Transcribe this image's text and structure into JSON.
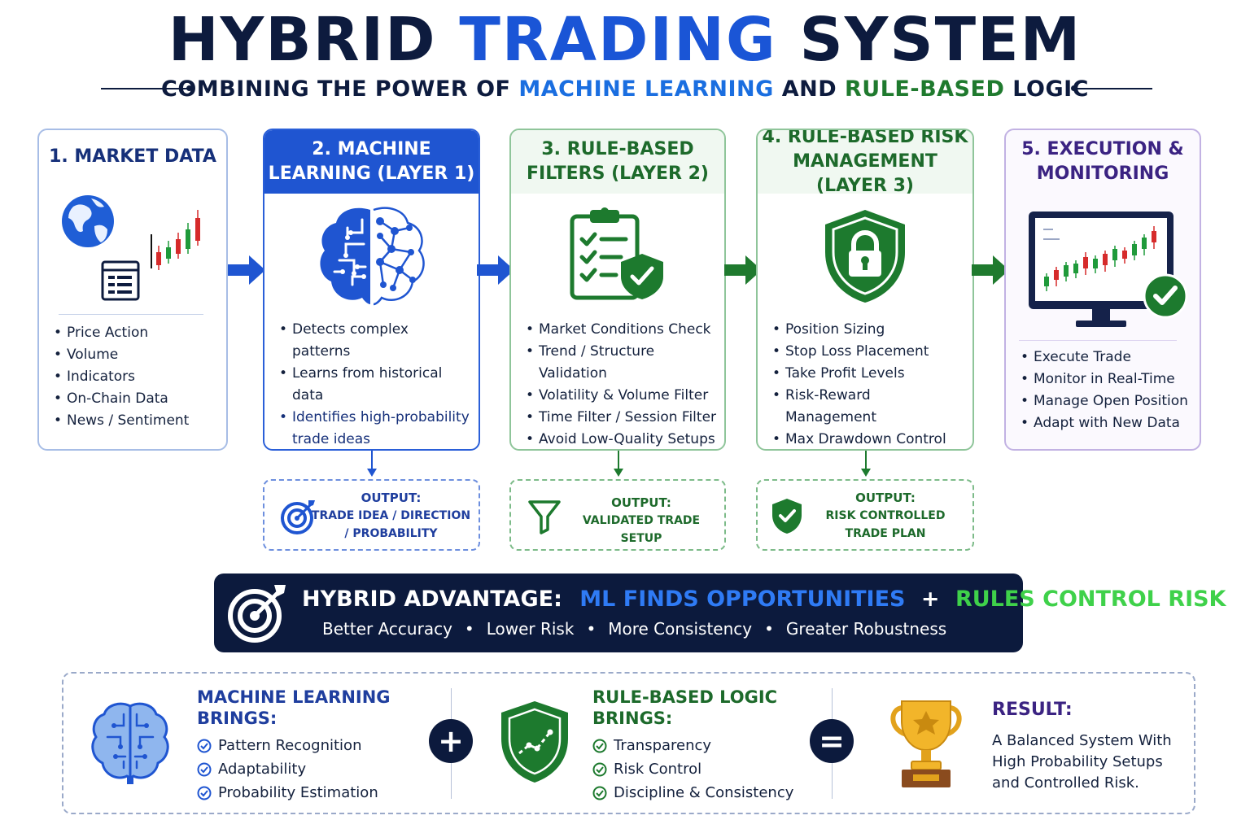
{
  "header": {
    "title_part1": "HYBRID",
    "title_part2": "TRADING",
    "title_part3": "SYSTEM",
    "subtitle_part1": "COMBINING THE POWER OF",
    "subtitle_part2": "MACHINE LEARNING",
    "subtitle_part3": "AND",
    "subtitle_part4": "RULE-BASED",
    "subtitle_part5": "LOGIC"
  },
  "stages": [
    {
      "title": "1. MARKET DATA",
      "items": [
        "Price Action",
        "Volume",
        "Indicators",
        "On-Chain Data",
        "News / Sentiment"
      ]
    },
    {
      "title": "2. MACHINE LEARNING (LAYER 1)",
      "items": [
        "Detects complex patterns",
        "Learns from historical data",
        "Identifies high-probability trade ideas"
      ]
    },
    {
      "title": "3. RULE-BASED FILTERS (LAYER 2)",
      "items": [
        "Market Conditions Check",
        "Trend / Structure Validation",
        "Volatility & Volume Filter",
        "Time Filter / Session Filter",
        "Avoid Low-Quality Setups"
      ]
    },
    {
      "title": "4. RULE-BASED RISK MANAGEMENT (LAYER 3)",
      "items": [
        "Position Sizing",
        "Stop Loss Placement",
        "Take Profit Levels",
        "Risk-Reward Management",
        "Max Drawdown Control"
      ]
    },
    {
      "title": "5. EXECUTION & MONITORING",
      "items": [
        "Execute Trade",
        "Monitor in Real-Time",
        "Manage Open Position",
        "Adapt with New Data"
      ]
    }
  ],
  "outputs": [
    {
      "label": "OUTPUT:",
      "text": "TRADE IDEA / DIRECTION / PROBABILITY"
    },
    {
      "label": "OUTPUT:",
      "text": "VALIDATED TRADE SETUP"
    },
    {
      "label": "OUTPUT:",
      "text": "RISK CONTROLLED TRADE PLAN"
    }
  ],
  "advantage": {
    "label": "HYBRID ADVANTAGE:",
    "ml": "ML FINDS OPPORTUNITIES",
    "plus": "+",
    "rules": "RULES CONTROL RISK",
    "benefits": [
      "Better Accuracy",
      "Lower Risk",
      "More Consistency",
      "Greater Robustness"
    ]
  },
  "summary": {
    "ml_title": "MACHINE LEARNING BRINGS:",
    "ml_items": [
      "Pattern Recognition",
      "Adaptability",
      "Probability Estimation"
    ],
    "plus": "+",
    "rules_title": "RULE-BASED LOGIC BRINGS:",
    "rules_items": [
      "Transparency",
      "Risk Control",
      "Discipline & Consistency"
    ],
    "equals": "=",
    "result_title": "RESULT:",
    "result_text": "A Balanced System With High Probability Setups and Controlled Risk."
  },
  "colors": {
    "navy": "#0d1b3e",
    "blue": "#1f55d1",
    "green": "#1f7a2e",
    "purple": "#3b2382"
  }
}
